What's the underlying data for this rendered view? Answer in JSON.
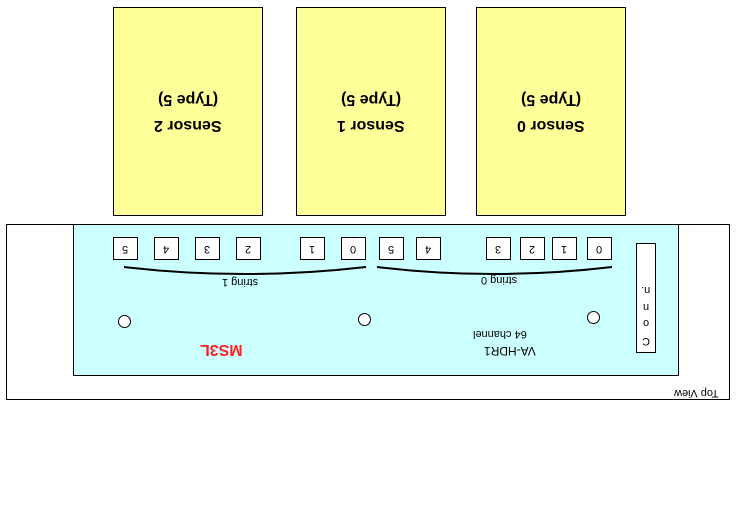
{
  "sensors": [
    {
      "name": "Sensor 2",
      "type": "(Type 5)"
    },
    {
      "name": "Sensor 1",
      "type": "(Type 5)"
    },
    {
      "name": "Sensor 0",
      "type": "(Type 5)"
    }
  ],
  "pins": [
    "5",
    "4",
    "3",
    "2",
    "1",
    "0",
    "5",
    "4",
    "3",
    "2",
    "1",
    "0"
  ],
  "strings": {
    "left": "string 1",
    "right": "string 0"
  },
  "board": {
    "model": "VA-HDR1",
    "channels": "64 channel",
    "brand": "MS3L"
  },
  "connector": {
    "letters": [
      "C",
      "o",
      "n",
      "n."
    ]
  },
  "view_label": "Top View",
  "colors": {
    "sensor": "#ffff99",
    "board": "#ccffff",
    "brand": "#ff2020"
  }
}
